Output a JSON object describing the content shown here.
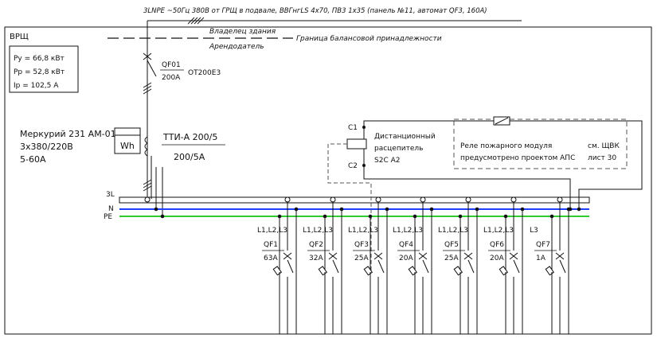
{
  "header": {
    "supply_text": "3LNPE ~50Гц 380В от ГРЩ в подвале, ВВГнгLS 4х70, ПВ3 1х35 (панель №11, автомат QF3, 160А)"
  },
  "panel": {
    "name": "ВРЩ",
    "owner_label": "Владелец здания",
    "tenant_label": "Арендодатель",
    "boundary_label": "Граница балансовой принадлежности"
  },
  "loads": {
    "py": "Ру = 66,8 кВт",
    "pp": "Рр = 52,8 кВт",
    "ip": "Iр = 102,5 А"
  },
  "main_breaker": {
    "name": "QF01",
    "rating": "200А",
    "model": "OT200E3"
  },
  "meter": {
    "model": "Меркурий 231 АМ-01",
    "voltage": "3х380/220В",
    "current": "5-60А",
    "symbol": "Wh"
  },
  "ct": {
    "name": "ТТИ-А 200/5",
    "ratio": "200/5А"
  },
  "bus": {
    "l": "3L",
    "n": "N",
    "pe": "PE"
  },
  "shunt_trip": {
    "c1": "С1",
    "c2": "С2",
    "line1": "Дистанционный",
    "line2": "расцепитель",
    "line3": "S2C A2"
  },
  "fire_relay": {
    "line1": "Реле пожарного модуля",
    "line2": "предусмотрено проектом АПС",
    "ref1": "см. ЩВК",
    "ref2": "лист 30"
  },
  "breakers": [
    {
      "phases": "L1,L2,L3",
      "name": "QF1",
      "rating": "63А"
    },
    {
      "phases": "L1,L2,L3",
      "name": "QF2",
      "rating": "32А"
    },
    {
      "phases": "L1,L2,L3",
      "name": "QF3",
      "rating": "25А"
    },
    {
      "phases": "L1,L2,L3",
      "name": "QF4",
      "rating": "20А"
    },
    {
      "phases": "L1,L2,L3",
      "name": "QF5",
      "rating": "25А"
    },
    {
      "phases": "L1,L2,L3",
      "name": "QF6",
      "rating": "20А"
    },
    {
      "phases": "L3",
      "name": "QF7",
      "rating": "1А"
    }
  ],
  "colors": {
    "line": "#111111",
    "neutral": "#1f3fff",
    "pe": "#2ecc2e",
    "dash": "#555555"
  }
}
